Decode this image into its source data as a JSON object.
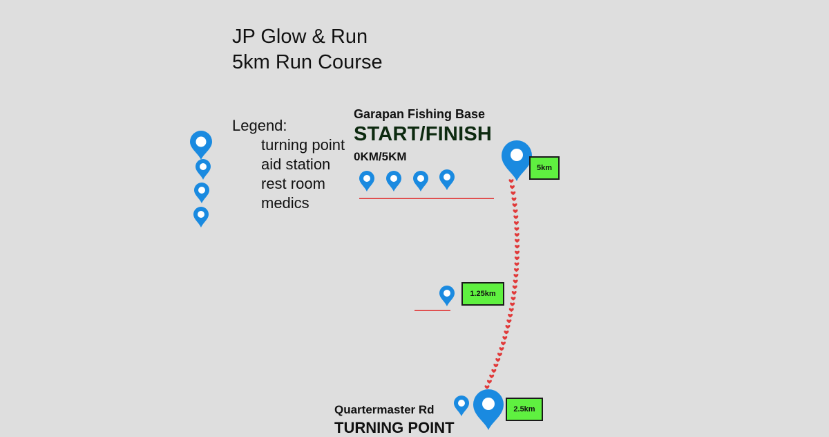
{
  "title": {
    "line1": "JP Glow & Run",
    "line2": "5km Run Course"
  },
  "legend": {
    "heading": "Legend:",
    "items": [
      "turning point",
      "aid station",
      "rest room",
      "medics"
    ]
  },
  "start": {
    "location": "Garapan Fishing Base",
    "label": "START/FINISH",
    "distance": "0KM/5KM"
  },
  "turn": {
    "location": "Quartermaster Rd",
    "label": "TURNING POINT"
  },
  "markers": {
    "finish": "5km",
    "mid": "1.25km",
    "turn": "2.5km"
  },
  "colors": {
    "pin": "#1a8ae0",
    "route": "#e03a3a",
    "marker_box": "#5ff040",
    "background": "#dedede"
  },
  "icons": [
    "map-pin-icon"
  ]
}
